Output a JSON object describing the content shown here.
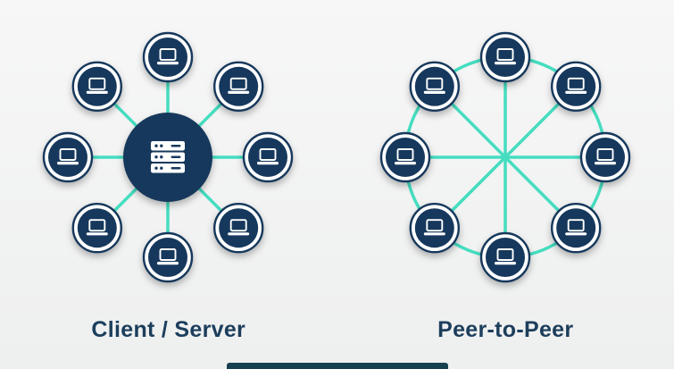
{
  "colors": {
    "node": "#17395b",
    "line": "#45ddc0",
    "label": "#1c3e5c",
    "node_ring": "#ffffff",
    "background": "#f1f2f2",
    "bottom_bar": "#16404f"
  },
  "diagrams": [
    {
      "id": "client-server",
      "label": "Client / Server",
      "type": "star",
      "peripheral_nodes": 8,
      "center_icon": "server-icon",
      "node_icon": "laptop-icon"
    },
    {
      "id": "peer-to-peer",
      "label": "Peer-to-Peer",
      "type": "ring-mesh",
      "peripheral_nodes": 8,
      "node_icon": "laptop-icon"
    }
  ]
}
